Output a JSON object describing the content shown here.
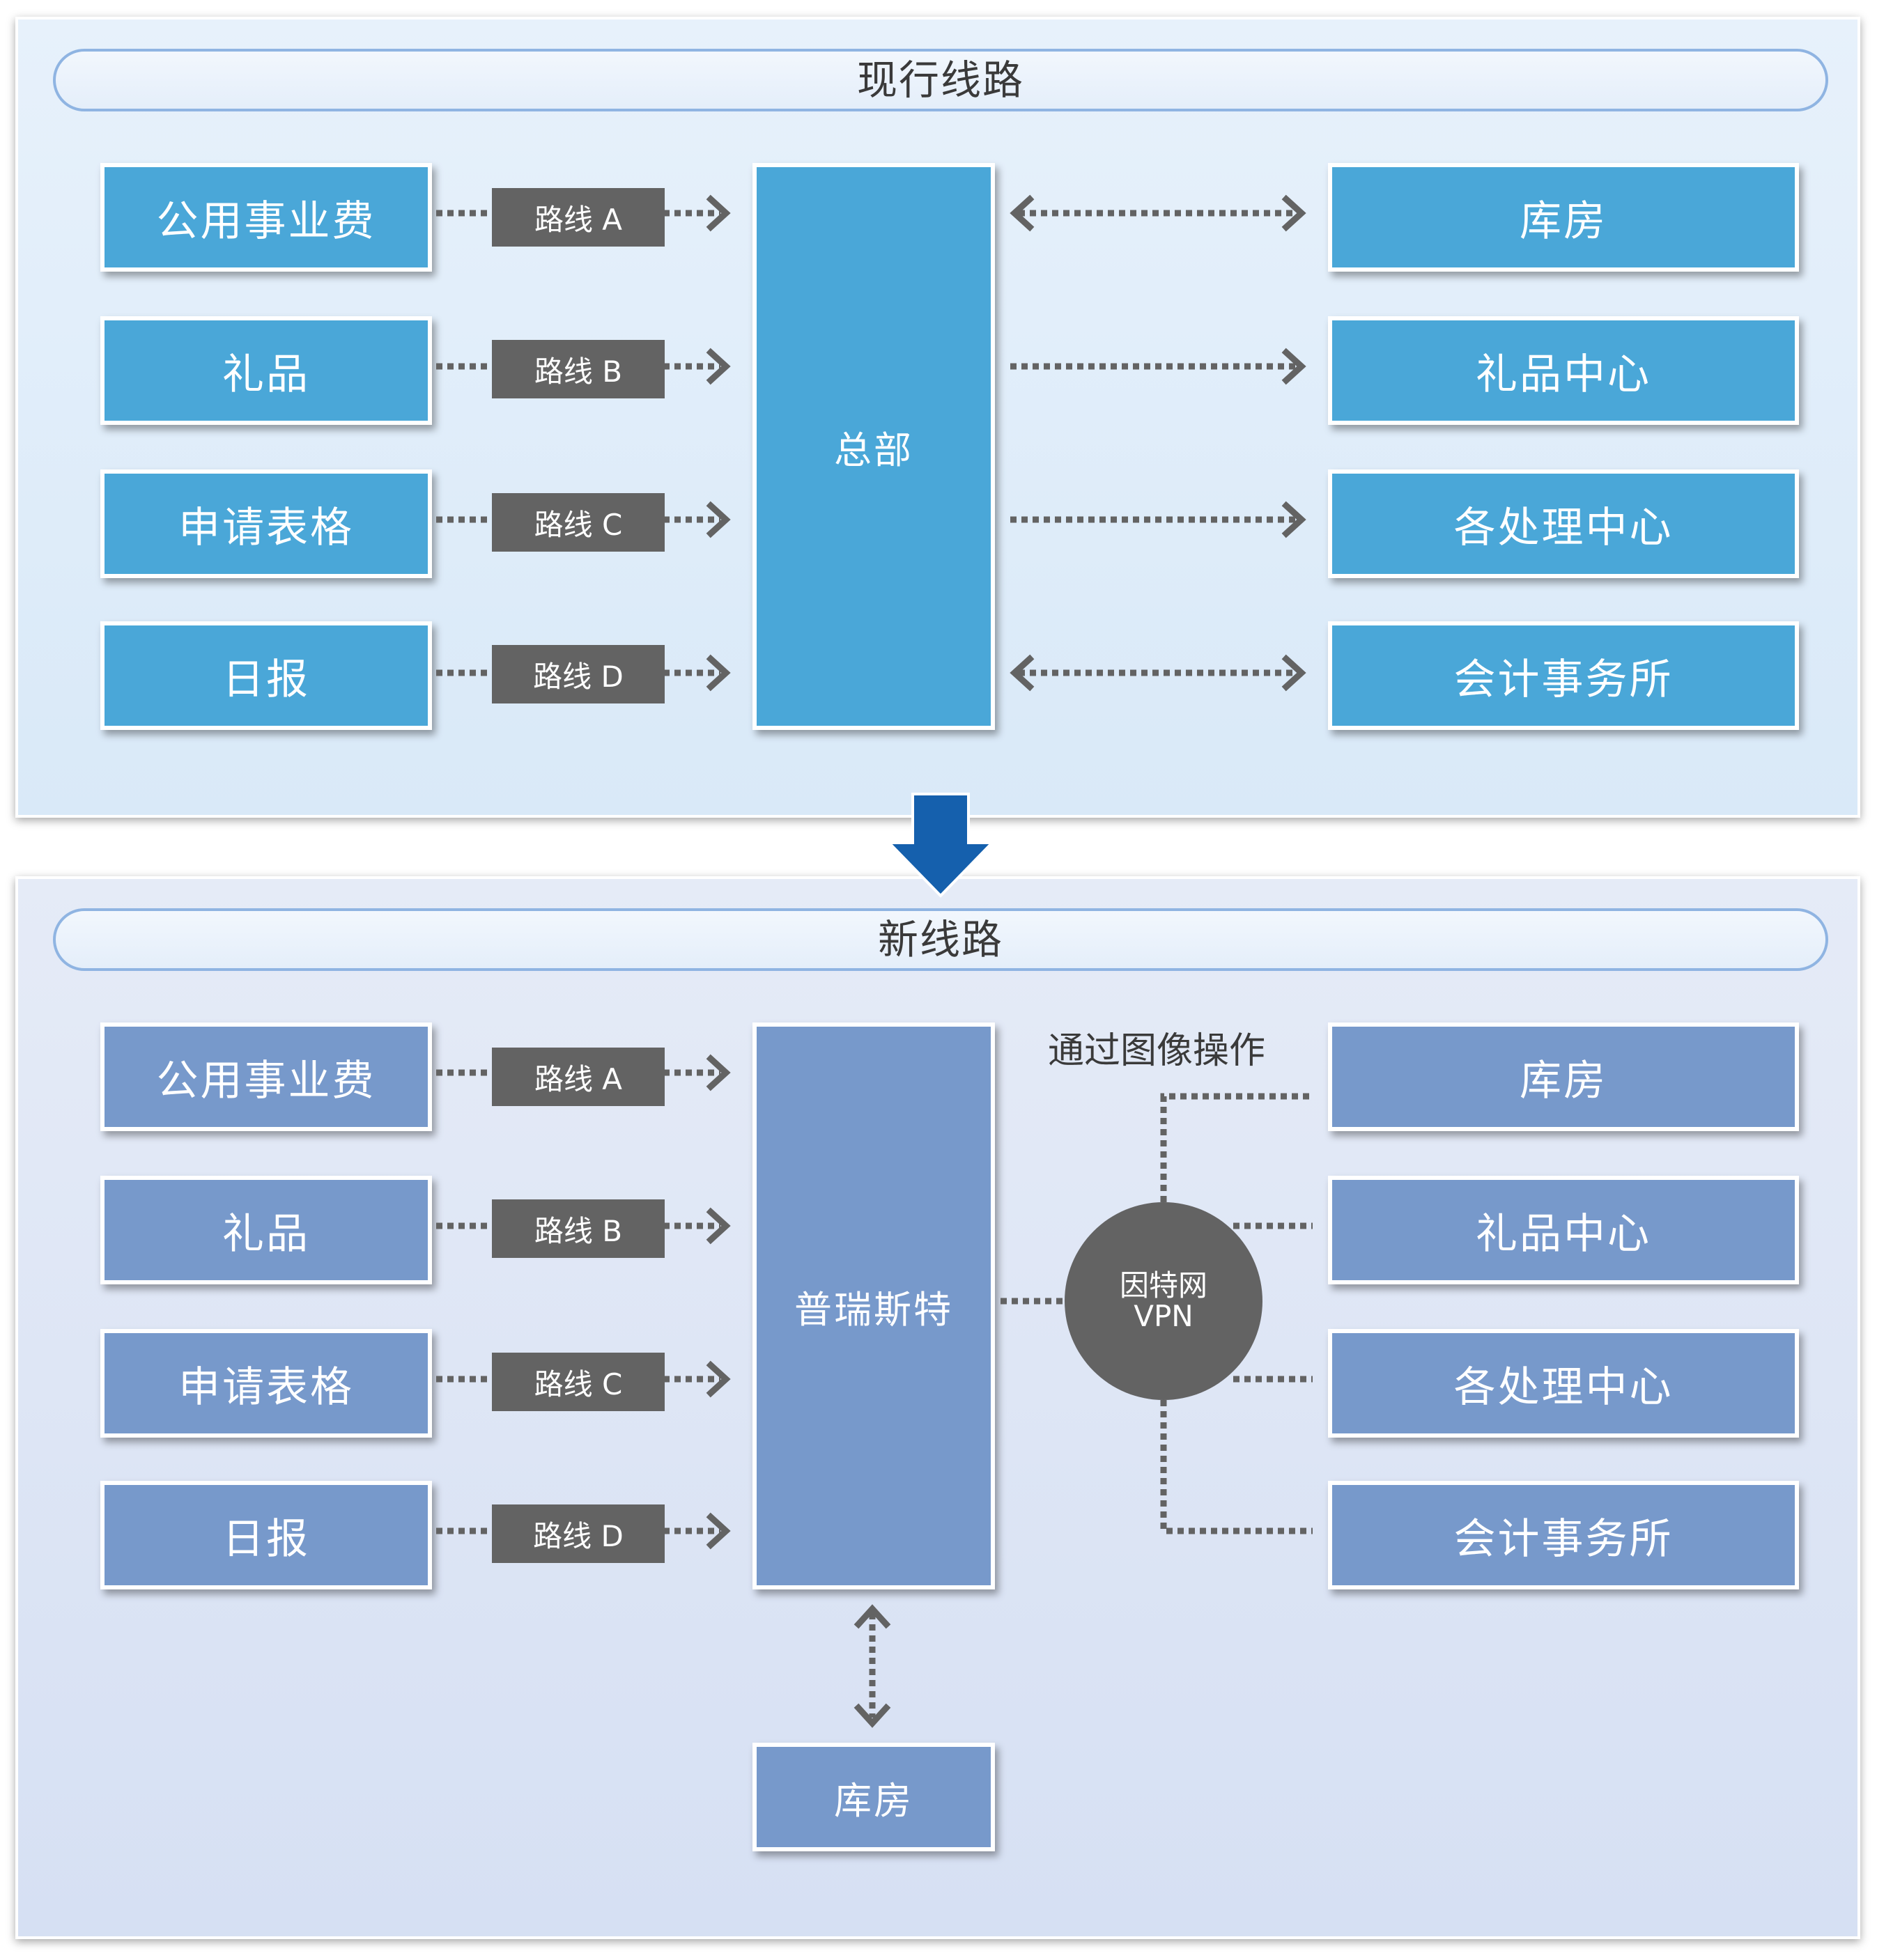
{
  "current": {
    "title": "现行线路",
    "sources": [
      "公用事业费",
      "礼品",
      "申请表格",
      "日报"
    ],
    "routes": [
      "路线 A",
      "路线 B",
      "路线 C",
      "路线 D"
    ],
    "hub": "总部",
    "destinations": [
      "库房",
      "礼品中心",
      "各处理中心",
      "会计事务所"
    ]
  },
  "new": {
    "title": "新线路",
    "sources": [
      "公用事业费",
      "礼品",
      "申请表格",
      "日报"
    ],
    "routes": [
      "路线 A",
      "路线 B",
      "路线 C",
      "路线 D"
    ],
    "hub": "普瑞斯特",
    "note": "通过图像操作",
    "vpn_line1": "因特网",
    "vpn_line2": "VPN",
    "destinations": [
      "库房",
      "礼品中心",
      "各处理中心",
      "会计事务所"
    ],
    "bottom_box": "库房"
  },
  "colors": {
    "current_box": "#4aa7d8",
    "new_box": "#7799cb",
    "route_box": "#636363",
    "arrow_blue": "#1560ad"
  }
}
